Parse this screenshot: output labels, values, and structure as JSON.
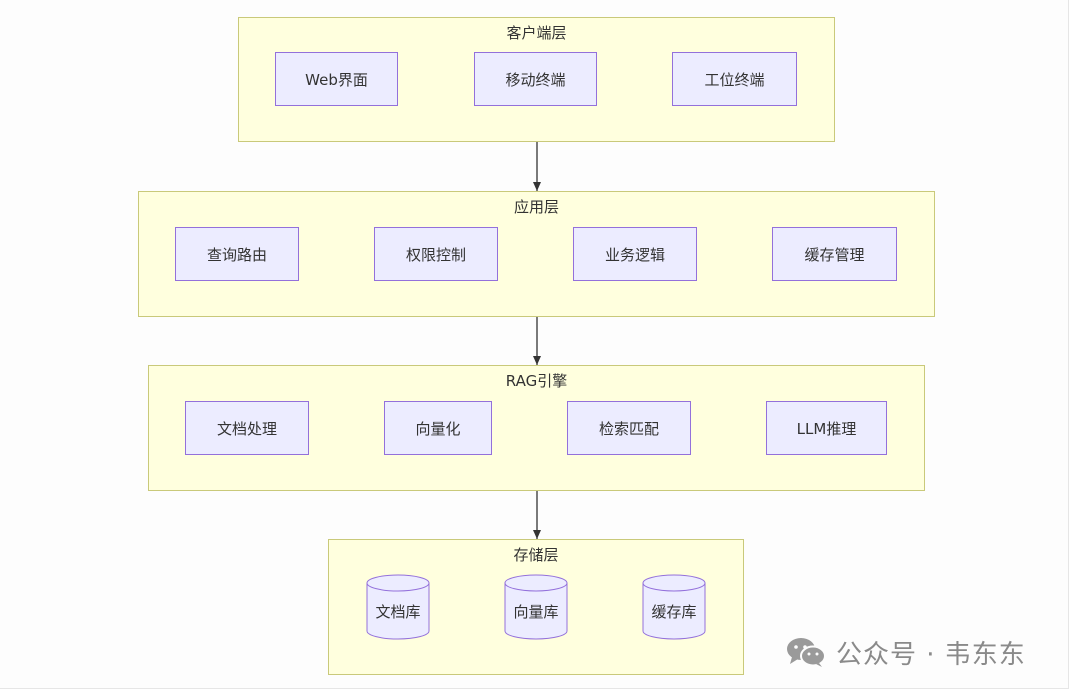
{
  "diagram": {
    "layers": [
      {
        "id": "client",
        "title": "客户端层",
        "nodes": [
          "Web界面",
          "移动终端",
          "工位终端"
        ]
      },
      {
        "id": "app",
        "title": "应用层",
        "nodes": [
          "查询路由",
          "权限控制",
          "业务逻辑",
          "缓存管理"
        ]
      },
      {
        "id": "rag",
        "title": "RAG引擎",
        "nodes": [
          "文档处理",
          "向量化",
          "检索匹配",
          "LLM推理"
        ]
      },
      {
        "id": "storage",
        "title": "存储层",
        "nodes": [
          "文档库",
          "向量库",
          "缓存库"
        ]
      }
    ]
  },
  "watermark": {
    "text": "公众号 · 韦东东",
    "icon": "wechat-icon"
  },
  "colors": {
    "layer_fill": "#ffffde",
    "layer_border": "#c9c97a",
    "node_fill": "#ececff",
    "node_border": "#9370db",
    "edge": "#333333"
  }
}
